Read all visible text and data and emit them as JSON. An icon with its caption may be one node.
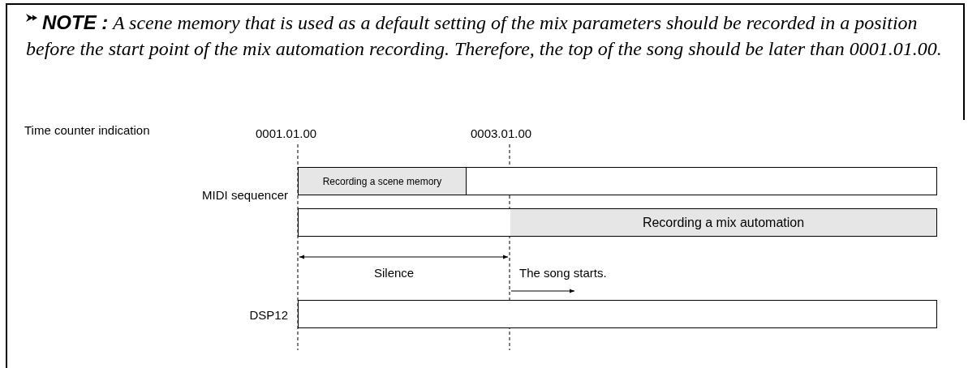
{
  "diagram": {
    "nodes": [
      {
        "text": [],
        "shape": "bar"
      },
      {
        "text": [
          "Recording a scene memory"
        ],
        "in": 0
      },
      {
        "text": [],
        "shape": "bar"
      },
      {
        "text": [
          "Recording a mix automation"
        ],
        "in": 2
      },
      {
        "text": [],
        "shape": "bar"
      }
    ],
    "labels": [
      "**NOTE :** A scene memory that is used as a default setting of the mix parameters should be recorded in a position before the start point of the mix automation recording. Therefore, the top of the song should be later than 0001.01.00.",
      "Time counter indication",
      "0001.01.00",
      "0003.01.00",
      "MIDI sequencer",
      "Silence",
      "The song starts.",
      "DSP12"
    ]
  }
}
